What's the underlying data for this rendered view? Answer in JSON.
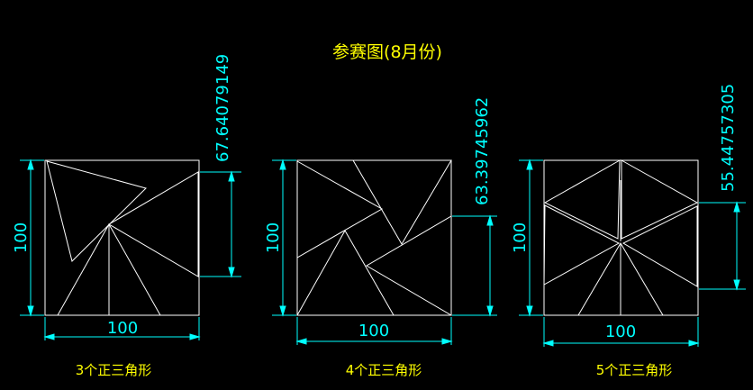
{
  "title": "参赛图(8月份)",
  "colors": {
    "background": "#000000",
    "geometry": "#ffffff",
    "dimension": "#00ffff",
    "caption": "#ffff00"
  },
  "panels": [
    {
      "caption": "3个正三角形",
      "width_label": "100",
      "height_label": "100",
      "offset_label": "67.64079149"
    },
    {
      "caption": "4个正三角形",
      "width_label": "100",
      "height_label": "100",
      "offset_label": "63.39745962"
    },
    {
      "caption": "5个正三角形",
      "width_label": "100",
      "height_label": "100",
      "offset_label": "55.44757305"
    }
  ]
}
